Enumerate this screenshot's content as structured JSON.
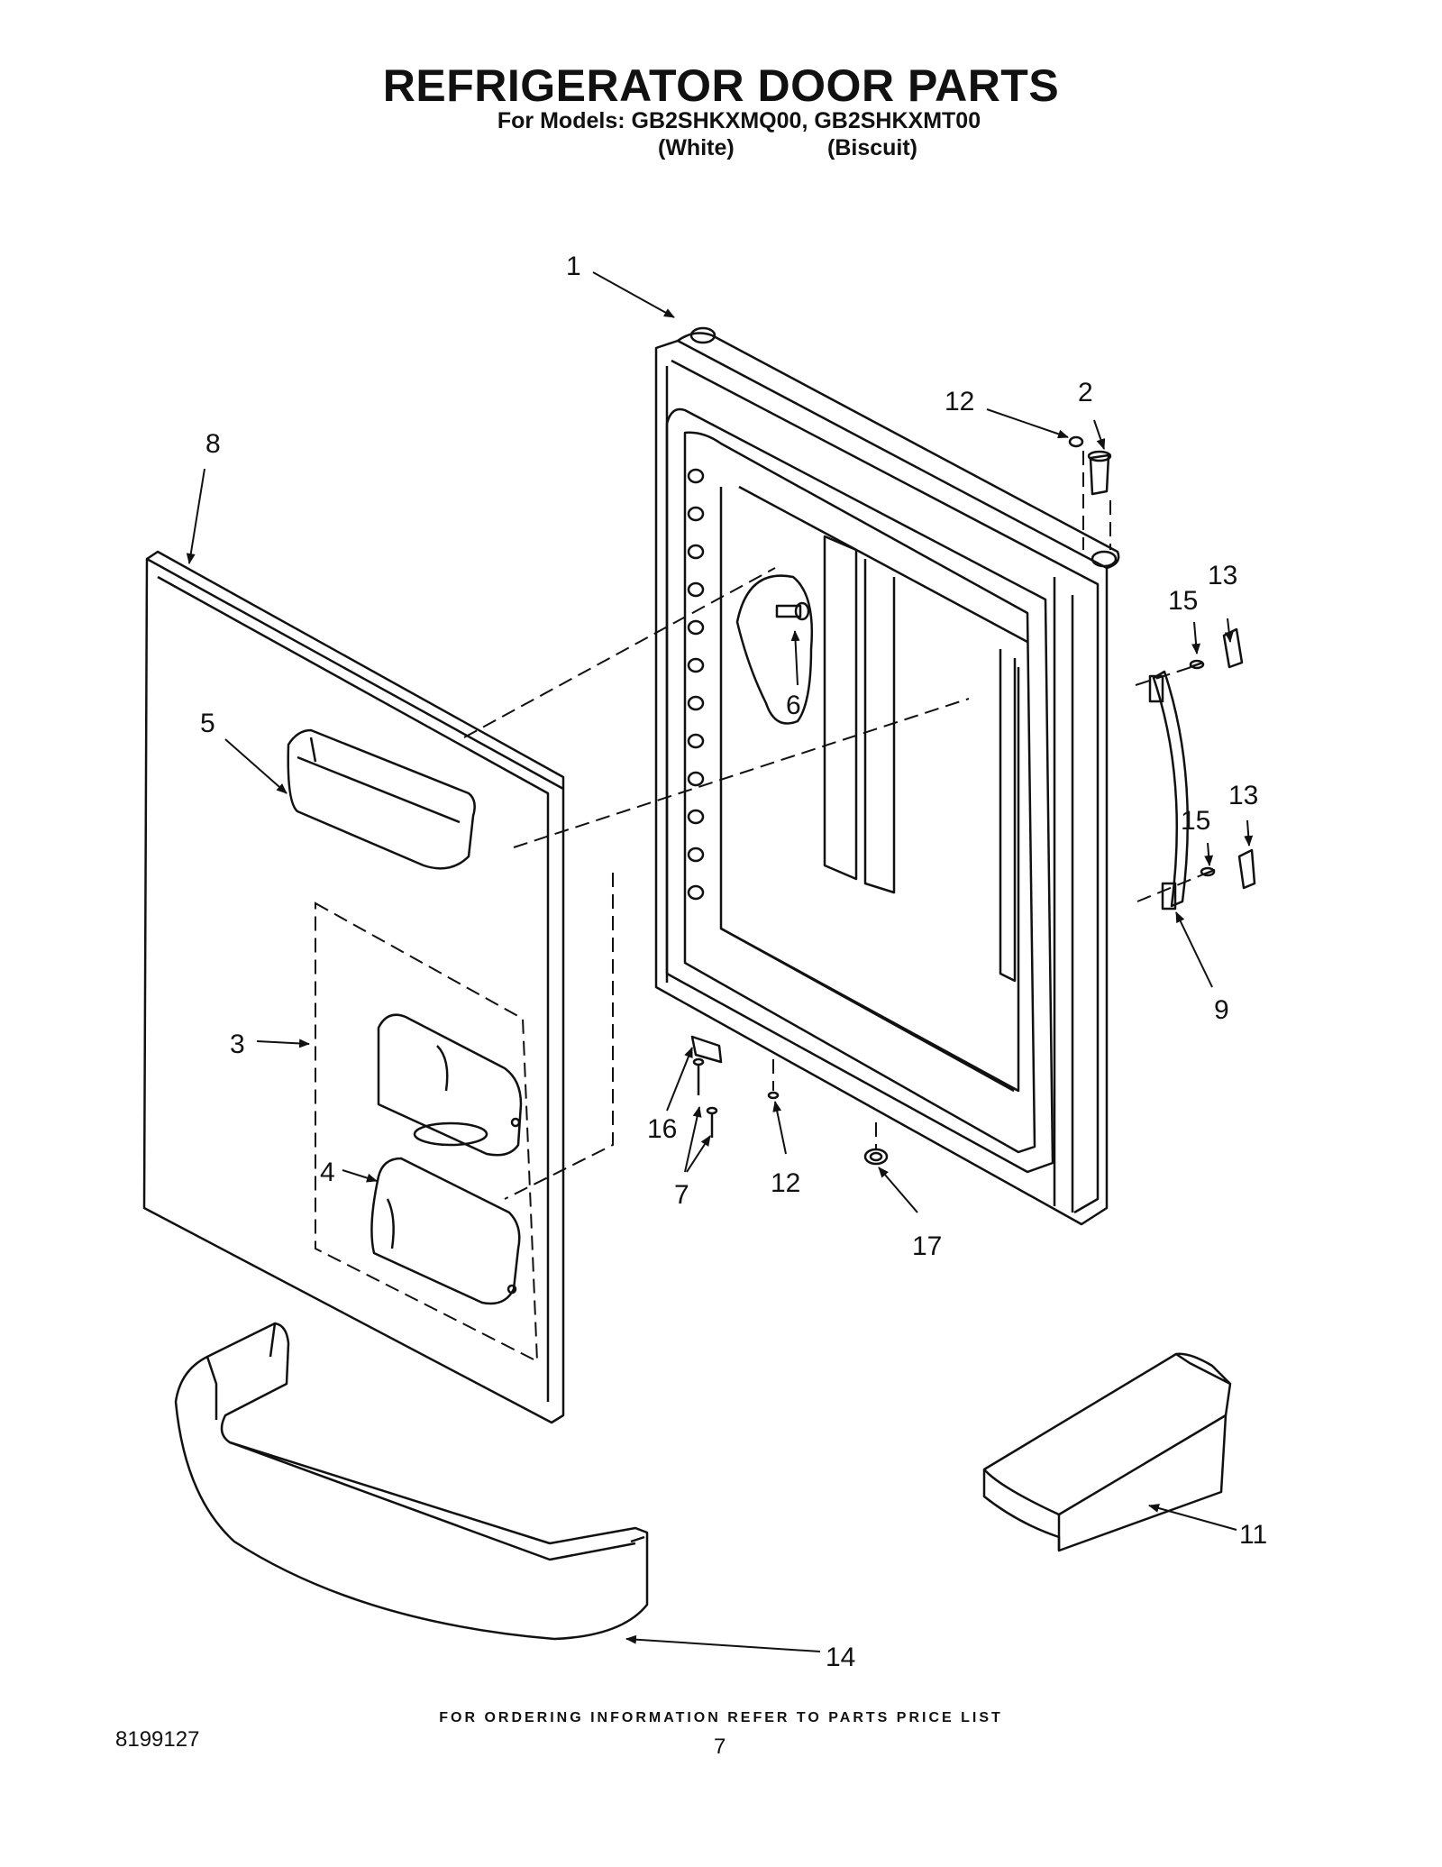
{
  "header": {
    "title": "REFRIGERATOR DOOR PARTS",
    "models_line": "For Models: GB2SHKXMQ00, GB2SHKXMT00",
    "color_white": "(White)",
    "color_biscuit": "(Biscuit)"
  },
  "callouts": [
    "1",
    "2",
    "3",
    "4",
    "5",
    "6",
    "7",
    "8",
    "9",
    "11",
    "12",
    "12",
    "13",
    "13",
    "14",
    "15",
    "15",
    "16",
    "17"
  ],
  "footer": {
    "ordering_note": "FOR ORDERING INFORMATION REFER TO PARTS PRICE LIST",
    "doc_number": "8199127",
    "page_number": "7"
  }
}
